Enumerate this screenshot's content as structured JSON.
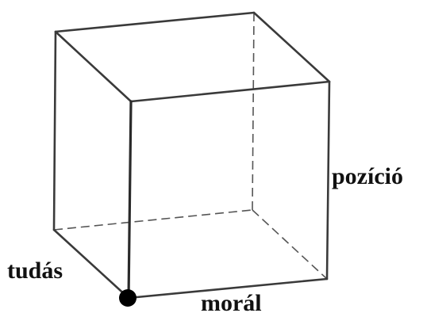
{
  "cube": {
    "axis_labels": {
      "x": "morál",
      "y": "pozíció",
      "z": "tudás"
    },
    "colors": {
      "edge": "#3a3a3a",
      "hidden_edge": "#555555",
      "label": "#111111",
      "origin": "#000000"
    }
  }
}
